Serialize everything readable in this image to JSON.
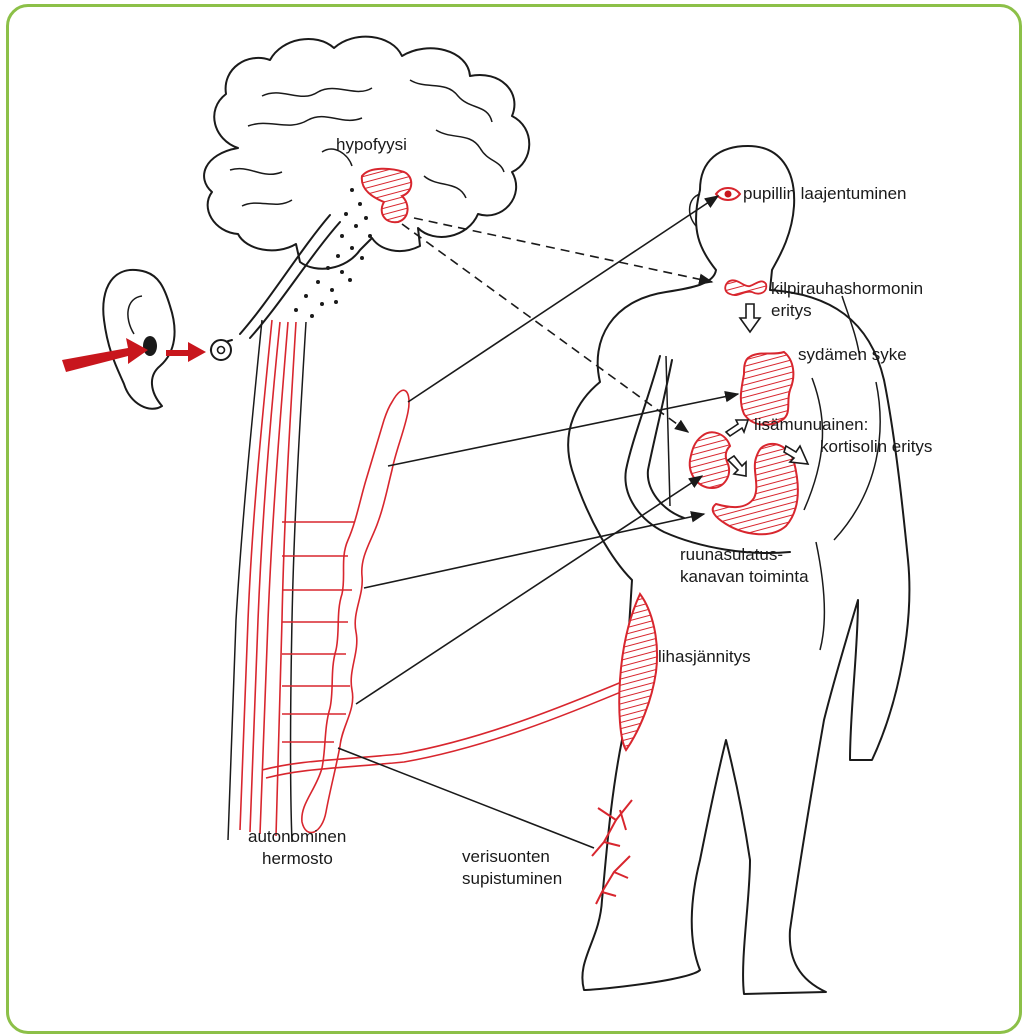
{
  "labels": {
    "hypofyysi": "hypofyysi",
    "pupilli": "pupillin laajentuminen",
    "kilpi_1": "kilpirauhashormonin",
    "kilpi_2": "eritys",
    "sydan": "sydämen syke",
    "lisa_1": "lisämunuainen:",
    "lisa_2": "kortisolin eritys",
    "ruuna_1": "ruunasulatus-",
    "ruuna_2": "kanavan toiminta",
    "lihas": "lihasjännitys",
    "auto_1": "autonominen",
    "auto_2": "hermosto",
    "veri_1": "verisuonten",
    "veri_2": "supistuminen"
  },
  "colors": {
    "frame": "#8cc048",
    "accent_red": "#d8262e",
    "ink": "#1a1a1a"
  }
}
